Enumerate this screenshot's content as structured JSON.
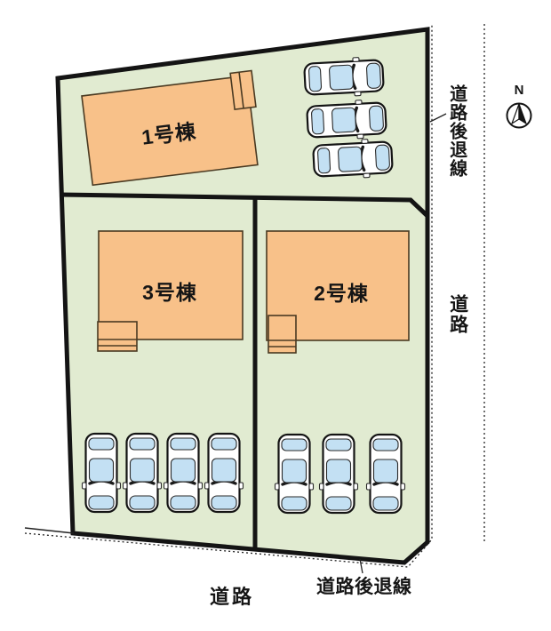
{
  "plan": {
    "buildings": [
      {
        "label": "1号棟"
      },
      {
        "label": "2号棟"
      },
      {
        "label": "3号棟"
      }
    ],
    "roads": {
      "setback_line_top": "道路後退線",
      "setback_line_bottom": "道路後退線",
      "road_east": "道路",
      "road_south": "道路"
    },
    "compass": {
      "north": "N"
    },
    "parking": {
      "upper_row_cars": 3,
      "lower_left_row_cars": 4,
      "lower_right_row_cars": 3
    },
    "colors": {
      "plot-green": "#e1ebd1",
      "building-orange": "#f8c189",
      "car-blue": "#c3e0f3",
      "line-black": "#141414",
      "building-line": "#4a3a22"
    }
  }
}
